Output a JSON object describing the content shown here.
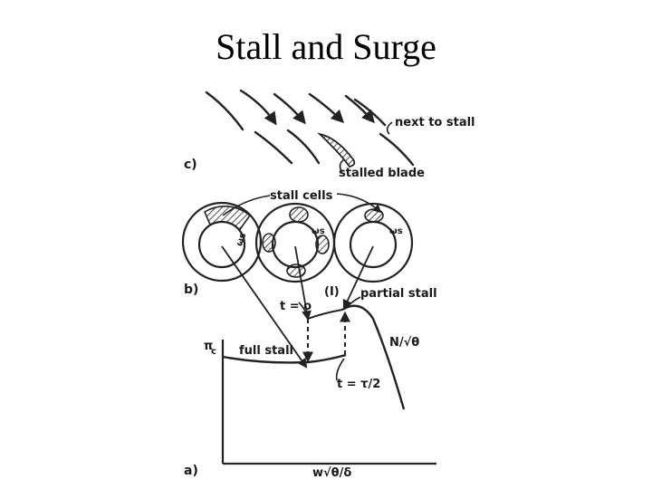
{
  "slide": {
    "title": "Stall and Surge"
  },
  "panel_c": {
    "marker": "c)",
    "next_to_stall": "next to stall",
    "stalled_blade": "stalled blade"
  },
  "panel_b": {
    "marker": "b)",
    "stall_cells": "stall cells",
    "omega_symbol": "ωs"
  },
  "panel_a": {
    "marker": "a)",
    "y_axis_label": "π",
    "y_axis_subscript": "c",
    "x_axis_label": "w√θ/δ",
    "full_stall": "full stall",
    "partial_stall": "partial stall",
    "curve_label": "N/√θ",
    "point_label": "(I)",
    "t_zero": "t = o",
    "t_half": "t = τ/2"
  }
}
